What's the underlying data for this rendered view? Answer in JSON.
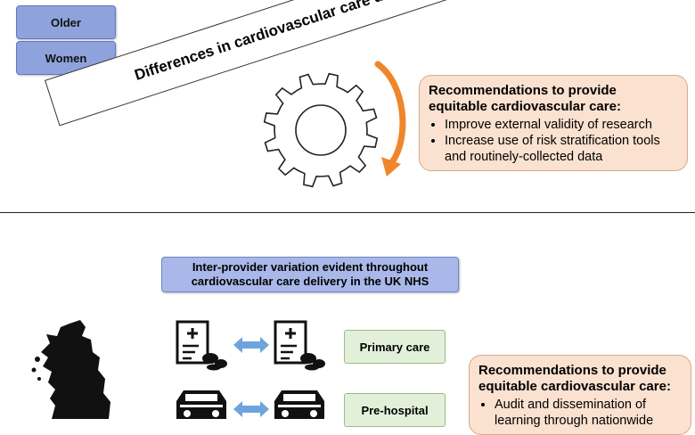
{
  "top": {
    "tags": [
      "Older",
      "Women"
    ],
    "banner_text": "Differences in cardiovascular care delivery in",
    "recommendation": {
      "title": "Recommendations to provide equitable cardiovascular care:",
      "bullets": [
        "Improve external validity of research",
        "Increase use of risk stratification tools and routinely-collected data"
      ]
    }
  },
  "bottom": {
    "header": "Inter-provider variation evident throughout cardiovascular care delivery in the UK NHS",
    "header_line1": "Inter-provider variation evident throughout",
    "header_line2": "cardiovascular care delivery in the UK NHS",
    "settings": [
      "Primary care",
      "Pre-hospital"
    ],
    "recommendation": {
      "title": "Recommendations to provide equitable cardiovascular care:",
      "bullets": [
        "Audit and dissemination of learning through nationwide"
      ]
    }
  },
  "colors": {
    "tag_blue": "#8ea3dc",
    "recommendation_fill": "#fbe1d0",
    "arrow_orange": "#f0862b",
    "swap_arrow_blue": "#6fa3dc",
    "setting_green": "#e2f0d9"
  },
  "icons": [
    "gear-icon",
    "curved-arrow-icon",
    "patient-record-icon",
    "pills-icon",
    "double-arrow-icon",
    "ambulance-icon",
    "uk-map-icon"
  ]
}
